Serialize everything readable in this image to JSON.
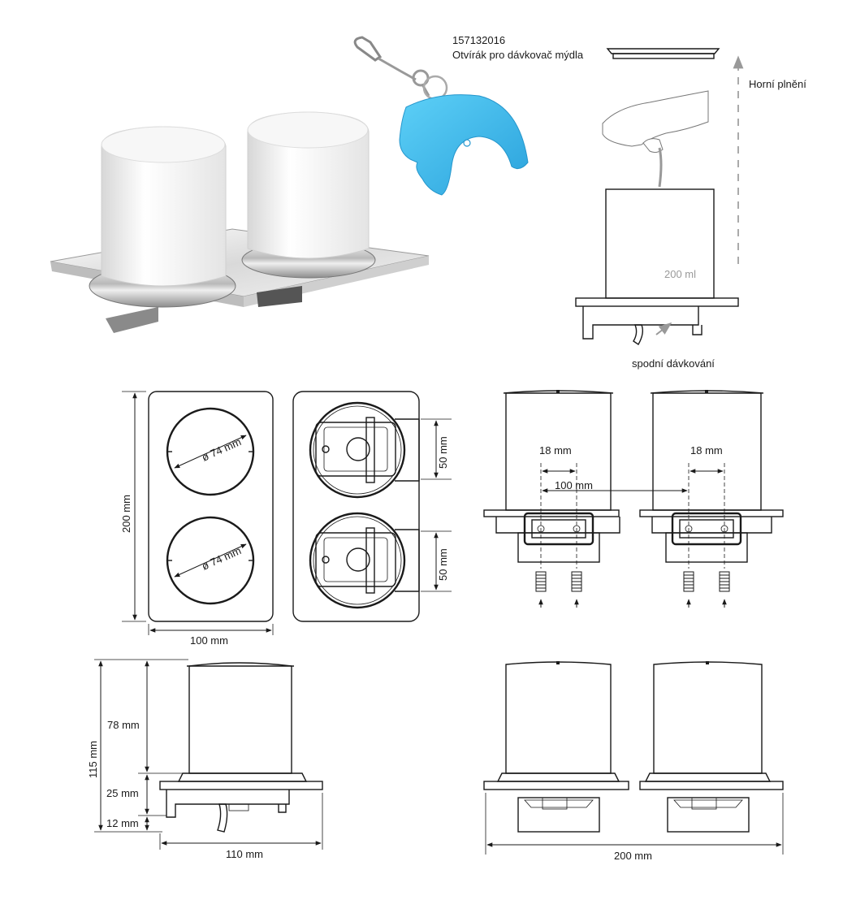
{
  "accessory": {
    "code": "157132016",
    "name": "Otvírák pro dávkovač mýdla"
  },
  "filling": {
    "top_label": "Horní plnění",
    "bottom_label": "spodní dávkování",
    "volume": "200 ml"
  },
  "plan_view": {
    "diameter_top": "ø 74 mm",
    "diameter_bottom": "ø 74 mm",
    "height": "200 mm",
    "width": "100 mm"
  },
  "back_view": {
    "spacing_top": "50 mm",
    "spacing_bottom": "50 mm"
  },
  "front_mounting": {
    "slot_left": "18 mm",
    "slot_right": "18 mm",
    "centers": "100 mm"
  },
  "side_view": {
    "total_height": "115 mm",
    "container_height": "78 mm",
    "base_height": "25 mm",
    "foot_height": "12 mm",
    "depth": "110 mm"
  },
  "front_view": {
    "width": "200 mm"
  },
  "colors": {
    "line": "#1a1a1a",
    "key": "#3ab4e8",
    "volume_text": "#9a9a9a",
    "arrow": "#999999"
  }
}
